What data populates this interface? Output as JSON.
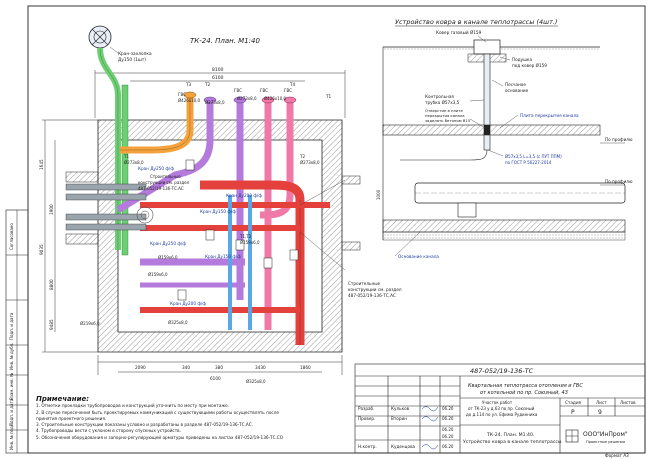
{
  "plan_title": "ТК-24. План. М1:40",
  "carpet_title": "Устройство ковра в канале теплотрассы (4шт.)",
  "crane_label": [
    "Кран-захлопка",
    "Ду150 (1шт)"
  ],
  "dims_top": [
    "8100",
    "6100"
  ],
  "dims_bottom": [
    "2090",
    "340",
    "380",
    "3430",
    "1860",
    "6100"
  ],
  "dims_left": [
    "1645",
    "9035",
    "1900",
    "8800",
    "9485"
  ],
  "pipe_labels": {
    "T1_top": "Т1",
    "T2_top": "Т2",
    "T3": "Т3",
    "T4": "Т4",
    "T1_pipe": "Т1",
    "T2_pipe": "Т2",
    "T1T2": "Т1,Т2",
    "gvs1": "ГВС",
    "gvs2": "ГВС",
    "gvs3": "ГВС",
    "gvs4": "ГВС",
    "d273_a": "Ø273х8,0",
    "d273_b": "Ø273х8,0",
    "d273_c": "Ø273х8,0",
    "d159_a": "Ø159х6,0",
    "d159_b": "Ø159х6,0",
    "d159_c": "Ø159х6,0",
    "d219": "Ø219х6,0",
    "d325_a": "Ø325х8,0",
    "d325_b": "Ø325х8,0",
    "d426": "Ø426х10,0",
    "d273_t1": "Ø273х8,0",
    "d426_t3": "Ø426х10,0"
  },
  "valve_labels": [
    "Кран Ду250 ф/ф",
    "Кран Ду200 ф/ф",
    "Кран Ду150 ф/ф",
    "Кран Ду250 ф/ф",
    "Кран Ду150 ф/ф",
    "Кран Ду200 ф/ф"
  ],
  "construction_labels": [
    [
      "Строительные",
      "конструкции см. раздел",
      "487-052/19-136-ТС.АС"
    ],
    [
      "Строительные",
      "конструкции см. раздел",
      "487-052/19-136-ТС.АС"
    ]
  ],
  "carpet_labels": {
    "kover": "Ковер газовый Ø159",
    "podushka": [
      "Подушка",
      "под ковер Ø159"
    ],
    "pesok": [
      "Песчаное",
      "основание"
    ],
    "kontr": [
      "Контрольная",
      "трубка Ø57х3,5"
    ],
    "otv": [
      "Отверстие в плите",
      "перекрытия канала",
      "заделать бетоном В15"
    ],
    "plita": "Плита перекрытия канала",
    "pipe_spec": "Ø57х3,5 L=3,5 (c ПУТ ППМ)",
    "gost": "по ГОСТ Р 56227-2014",
    "profile1": "По профилю",
    "profile2": "По профилю",
    "osnov": "Основание канала",
    "dim_1000": "1000"
  },
  "notes_title": "Примечание:",
  "notes": [
    "1. Отметки прокладки трубопроводов и конструкций уточнить по месту при монтаже.",
    "2. В случае пересечения быть проектируемых коммуникаций с существующими работы осуществлять после",
    "   принятия проектного решения.",
    "3. Строительные конструкции показаны условно и разработаны в разделе 487-052/19-136-ТС.АС.",
    "4. Трубопроводы вести с уклоном в сторону спускных устройств.",
    "5. Обозначения оборудования и запорно-регулирующей арматуры приведены на листах 487-052/19-136-ТС.СО"
  ],
  "side_stamp": [
    "Согласовано",
    "Инв. № подл.",
    "Подп. и дата",
    "Взам. инв. №",
    "Инв. № дубл.",
    "Подп. и дата"
  ],
  "title_block": {
    "code": "487-052/19-136-ТС",
    "project": [
      "Квартальная теплотрасса отопления и ГВС",
      "от котельной по пр. Союзный, 43"
    ],
    "stage_desc": [
      "Участок работ",
      "от ТК-23 у д.63 по пр. Союзный",
      "до д.114 по ул. Ефима Рудинника"
    ],
    "sheet_title": [
      "ТК-24. План. М1:40.",
      "Устройство ковра в канале теплотрассы"
    ],
    "headers": {
      "stage": "Стадия",
      "sheet": "Лист",
      "sheets": "Листов"
    },
    "stage": "Р",
    "sheet": "9",
    "company": [
      "ООО\"ИнПром\"",
      "Проектные решения"
    ],
    "rows": [
      {
        "role": "Разраб.",
        "name": "Кульков",
        "date": "06.20"
      },
      {
        "role": "Провер.",
        "name": "Вторин",
        "date": "06.20"
      },
      {
        "role": "",
        "name": "",
        "date": "06.20"
      },
      {
        "role": "",
        "name": "",
        "date": "06.20"
      },
      {
        "role": "Н.контр.",
        "name": "Куденцова",
        "date": "06.20"
      }
    ],
    "format": "Формат А3"
  },
  "colors": {
    "green": "#6dcf73",
    "orange": "#f4a23c",
    "purple": "#b57bdc",
    "pink": "#ef7aa8",
    "red": "#e5413c",
    "blue": "#5aa7e8",
    "gray": "#9aa4ad",
    "line": "#1a1a1a"
  }
}
